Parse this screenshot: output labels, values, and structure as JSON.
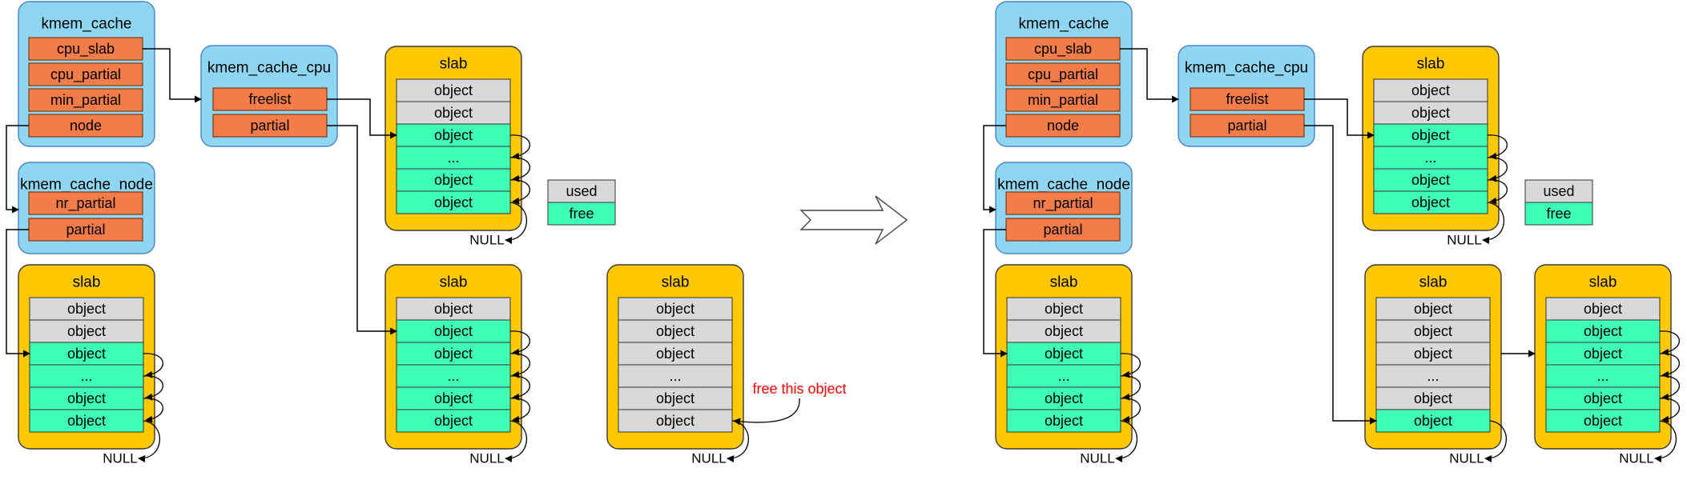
{
  "colors": {
    "struct_fill": "#8fd6f2",
    "struct_border": "#4a86c8",
    "slab_fill": "#ffc800",
    "slab_border": "#3a3a3a",
    "field_fill": "#f47c48",
    "field_border": "#7a3a1a",
    "used_fill": "#d9d9d9",
    "free_fill": "#3dffb6",
    "cell_border": "#333333",
    "annotation": "#ff0000",
    "line": "#000000"
  },
  "labels": {
    "kmem_cache": "kmem_cache",
    "kmem_cache_cpu": "kmem_cache_cpu",
    "kmem_cache_node": "kmem_cache_node",
    "slab": "slab",
    "cpu_slab": "cpu_slab",
    "cpu_partial": "cpu_partial",
    "min_partial": "min_partial",
    "node": "node",
    "freelist": "freelist",
    "partial": "partial",
    "nr_partial": "nr_partial",
    "object": "object",
    "ellipsis": "...",
    "null": "NULL",
    "used": "used",
    "free": "free",
    "free_this_object": "free this object"
  },
  "panels": [
    {
      "id": "before",
      "slabs": {
        "cpu": [
          "used",
          "used",
          "free",
          "free",
          "free",
          "free"
        ],
        "node": [
          "used",
          "used",
          "free",
          "free",
          "free",
          "free"
        ],
        "cpu_partial": [
          "used",
          "free",
          "free",
          "free",
          "free",
          "free"
        ],
        "standalone": [
          "used",
          "used",
          "used",
          "used",
          "used",
          "used"
        ]
      }
    },
    {
      "id": "after",
      "slabs": {
        "cpu": [
          "used",
          "used",
          "free",
          "free",
          "free",
          "free"
        ],
        "node": [
          "used",
          "used",
          "free",
          "free",
          "free",
          "free"
        ],
        "cpu_partial_1": [
          "used",
          "used",
          "used",
          "used",
          "used",
          "free"
        ],
        "cpu_partial_2": [
          "used",
          "free",
          "free",
          "free",
          "free",
          "free"
        ]
      }
    }
  ],
  "transition_arrow": "hollow-right-arrow"
}
